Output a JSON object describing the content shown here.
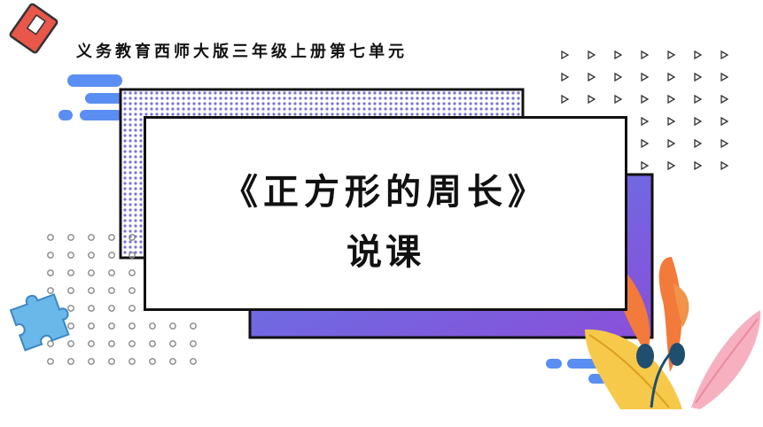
{
  "slide": {
    "subtitle": "义务教育西师大版三年级上册第七单元",
    "title": "《正方形的周长》",
    "subtitle2": "说课"
  },
  "colors": {
    "accent_blue": "#5b8ef2",
    "accent_purple": "#7d4fd8",
    "accent_red": "#e8574a",
    "puzzle_blue": "#6ab8ea",
    "leaf_orange": "#f27a3a",
    "leaf_yellow": "#f7c94a",
    "leaf_pink": "#f6b0c0",
    "dot_gray": "#aaaaaa"
  },
  "icons": {
    "book": "book-icon",
    "puzzle": "puzzle-piece-icon",
    "plant": "leaf-plant-icon"
  }
}
